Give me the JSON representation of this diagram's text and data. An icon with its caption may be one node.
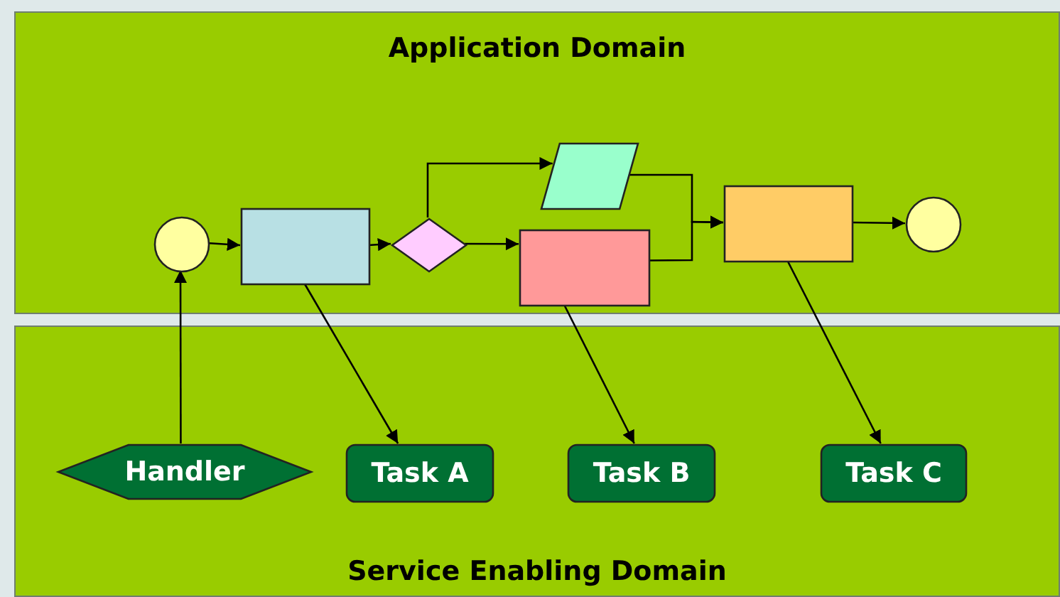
{
  "diagram": {
    "nodes": [
      {
        "text": [
          "Application Domain"
        ]
      },
      {
        "text": [
          "Service Enabling Domain"
        ]
      },
      {
        "text": [],
        "shape": "circle",
        "in": 0
      },
      {
        "text": [],
        "shape": "box",
        "in": 0
      },
      {
        "text": [],
        "shape": "diamond",
        "in": 0
      },
      {
        "text": [],
        "shape": "parallelogram",
        "in": 0
      },
      {
        "text": [],
        "shape": "box",
        "in": 0
      },
      {
        "text": [],
        "shape": "box",
        "in": 0
      },
      {
        "text": [],
        "shape": "circle",
        "in": 0
      },
      {
        "text": [
          "Handler"
        ],
        "in": 1
      },
      {
        "text": [
          "Task A"
        ],
        "in": 1
      },
      {
        "text": [
          "Task B"
        ],
        "in": 1
      },
      {
        "text": [
          "Task C"
        ],
        "in": 1
      }
    ],
    "edges": [
      {
        "from": 2,
        "to": 3,
        "arrow": "to"
      },
      {
        "from": 3,
        "to": 4,
        "arrow": "to"
      },
      {
        "from": 4,
        "to": 5,
        "arrow": "to"
      },
      {
        "from": 4,
        "to": 6,
        "arrow": "to"
      },
      {
        "from": 5,
        "to": 7,
        "arrow": "to"
      },
      {
        "from": 6,
        "to": 7,
        "arrow": "to"
      },
      {
        "from": 7,
        "to": 8,
        "arrow": "to"
      },
      {
        "from": 9,
        "to": 2,
        "arrow": "to"
      },
      {
        "from": 3,
        "to": 10,
        "arrow": "to"
      },
      {
        "from": 6,
        "to": 11,
        "arrow": "to"
      },
      {
        "from": 7,
        "to": 12,
        "arrow": "to"
      }
    ]
  }
}
